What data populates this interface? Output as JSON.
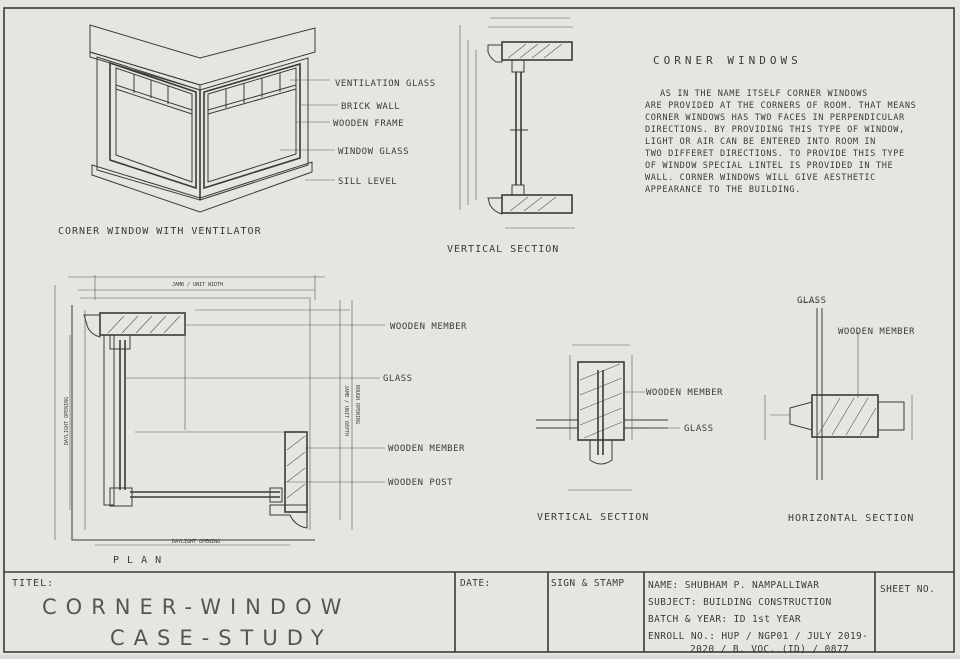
{
  "iso_view": {
    "caption": "CORNER WINDOW WITH VENTILATOR",
    "labels": [
      "VENTILATION GLASS",
      "BRICK WALL",
      "WOODEN FRAME",
      "WINDOW GLASS",
      "SILL LEVEL"
    ]
  },
  "vertical_section_top": {
    "caption": "VERTICAL SECTION"
  },
  "description": {
    "heading": "CORNER WINDOWS",
    "lines": [
      "AS IN THE NAME ITSELF CORNER WINDOWS",
      "ARE PROVIDED AT THE CORNERS OF ROOM. THAT MEANS",
      "CORNER WINDOWS HAS TWO FACES IN PERPENDICULAR",
      "DIRECTIONS. BY PROVIDING THIS TYPE OF WINDOW,",
      "LIGHT OR AIR CAN BE ENTERED INTO ROOM IN",
      "TWO DIFFERET DIRECTIONS. TO PROVIDE THIS TYPE",
      "OF WINDOW SPECIAL LINTEL IS PROVIDED IN THE",
      "WALL. CORNER WINDOWS WILL GIVE AESTHETIC",
      "APPEARANCE TO THE BUILDING."
    ]
  },
  "plan": {
    "caption": "P L A N",
    "labels": [
      "WOODEN MEMBER",
      "GLASS",
      "WOODEN MEMBER",
      "WOODEN POST"
    ],
    "dim_labels": [
      "JAMB / UNIT WIDTH",
      "DAYLIGHT OPENING",
      "DAYLIGHT OPENING",
      "JAMB / UNIT DEPTH",
      "ROUGH OPENING"
    ]
  },
  "vertical_section_detail": {
    "caption": "VERTICAL SECTION",
    "labels": [
      "WOODEN MEMBER",
      "GLASS"
    ]
  },
  "horizontal_section": {
    "caption": "HORIZONTAL SECTION",
    "labels": [
      "GLASS",
      "WOODEN MEMBER"
    ]
  },
  "title_block": {
    "title_label": "TITEL:",
    "title_line1": "CORNER-WINDOW",
    "title_line2": "CASE-STUDY",
    "date_label": "DATE:",
    "sign_label": "SIGN & STAMP",
    "name": "NAME: SHUBHAM P. NAMPALLIWAR",
    "subject": "SUBJECT: BUILDING CONSTRUCTION",
    "batch": "BATCH & YEAR: ID 1st YEAR",
    "enroll1": "ENROLL NO.: HUP / NGP01 / JULY 2019-",
    "enroll2": "2020 / B. VOC. (ID) / 0877",
    "sheet_label": "SHEET NO."
  }
}
